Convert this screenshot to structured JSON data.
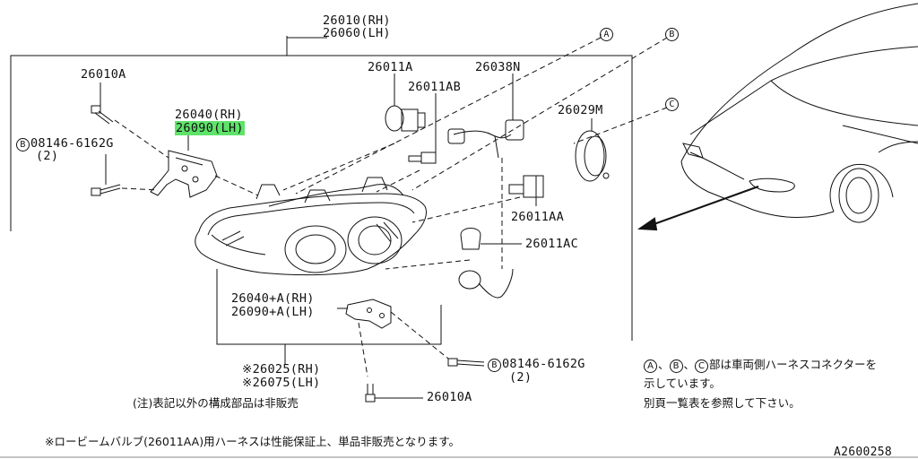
{
  "labels": {
    "p26010_rh": "26010(RH)",
    "p26060_lh": "26060(LH)",
    "p26010a_top": "26010A",
    "p26040_rh": "26040(RH)",
    "p26090_lh": "26090(LH)",
    "bolt_circle": "B",
    "bolt_left_part": "08146-6162G",
    "bolt_left_qty": "(2)",
    "p26011a": "26011A",
    "p26011ab": "26011AB",
    "p26038n": "26038N",
    "p26029m": "26029M",
    "p26011aa": "26011AA",
    "p26011ac": "26011AC",
    "p26040a_rh": "26040+A(RH)",
    "p26090a_lh": "26090+A(LH)",
    "p26025_rh": "※26025(RH)",
    "p26075_lh": "※26075(LH)",
    "bolt_right_part": "08146-6162G",
    "bolt_right_qty": "(2)",
    "p26010a_bottom": "26010A",
    "conn_a": "A",
    "conn_b": "B",
    "conn_c": "C"
  },
  "notes": {
    "not_sold": "(注)表記以外の構成部品は非販売",
    "connector_note_1_suffix": "部は車両側ハーネスコネクターを",
    "connector_note_1_a": "A",
    "connector_note_1_sep1": "、",
    "connector_note_1_b": "B",
    "connector_note_1_sep2": "、",
    "connector_note_1_c": "C",
    "connector_note_2": "示しています。",
    "connector_note_3": "別頁一覧表を参照して下さい。",
    "footer": "※ロービームバルブ(26011AA)用ハーネスは性能保証上、単品非販売となります。",
    "diagram_code": "A2600258"
  },
  "colors": {
    "highlight": "#5fe36a",
    "ink": "#111111"
  }
}
